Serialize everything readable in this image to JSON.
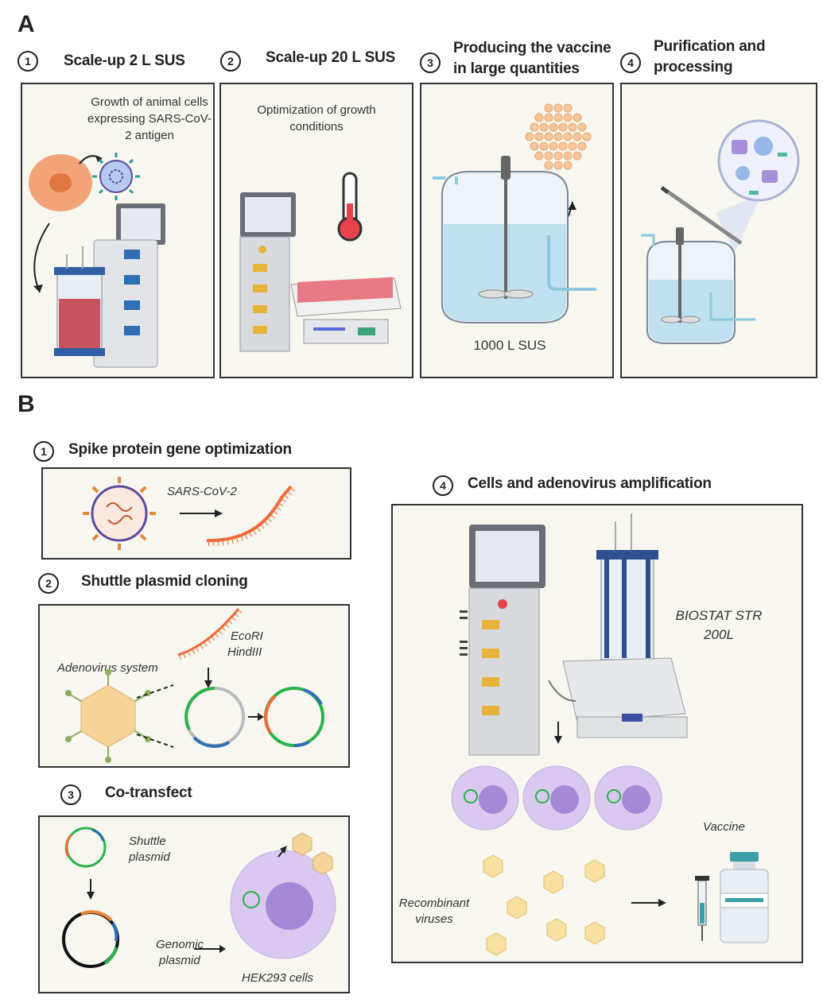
{
  "panelA": {
    "letter": "A",
    "steps": [
      {
        "num": "1",
        "title": "Scale-up 2 L SUS",
        "caption": "Growth of animal cells expressing SARS-CoV-2 antigen"
      },
      {
        "num": "2",
        "title": "Scale-up 20 L SUS",
        "caption": "Optimization of growth conditions"
      },
      {
        "num": "3",
        "title": "Producing the vaccine in large quantities",
        "caption": "1000 L SUS"
      },
      {
        "num": "4",
        "title": "Purification and processing"
      }
    ]
  },
  "panelB": {
    "letter": "B",
    "step1": {
      "num": "1",
      "title": "Spike protein gene optimization",
      "virus_label": "SARS-CoV-2"
    },
    "step2": {
      "num": "2",
      "title": "Shuttle plasmid cloning",
      "enzyme1": "EcoRI",
      "enzyme2": "HindIII",
      "system_label": "Adenovirus system"
    },
    "step3": {
      "num": "3",
      "title": "Co-transfect",
      "shuttle1": "Shuttle",
      "shuttle2": "plasmid",
      "genomic1": "Genomic",
      "genomic2": "plasmid",
      "cells_label": "HEK293 cells"
    },
    "step4": {
      "num": "4",
      "title": "Cells and adenovirus amplification",
      "bioreactor1": "BIOSTAT STR",
      "bioreactor2": "200L",
      "vaccine_label": "Vaccine",
      "recomb1": "Recombinant",
      "recomb2": "viruses"
    }
  },
  "colors": {
    "border": "#333333",
    "box_fill": "#f7f6ef",
    "cell": "#f2a378",
    "medium": "#bfe0ee",
    "purple_cell": "#cdb8ea",
    "viral": "#f3d38a",
    "dna": "#f06a3a"
  }
}
